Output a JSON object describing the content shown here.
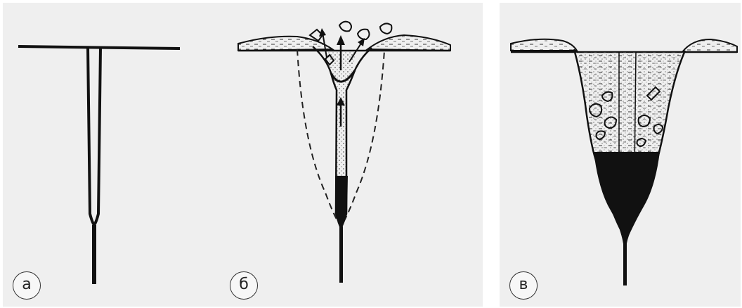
{
  "panels": [
    {
      "id": "a",
      "label": "а"
    },
    {
      "id": "b",
      "label": "б"
    },
    {
      "id": "c",
      "label": "в"
    }
  ],
  "colors": {
    "ink": "#111111",
    "background": "#efefef"
  }
}
